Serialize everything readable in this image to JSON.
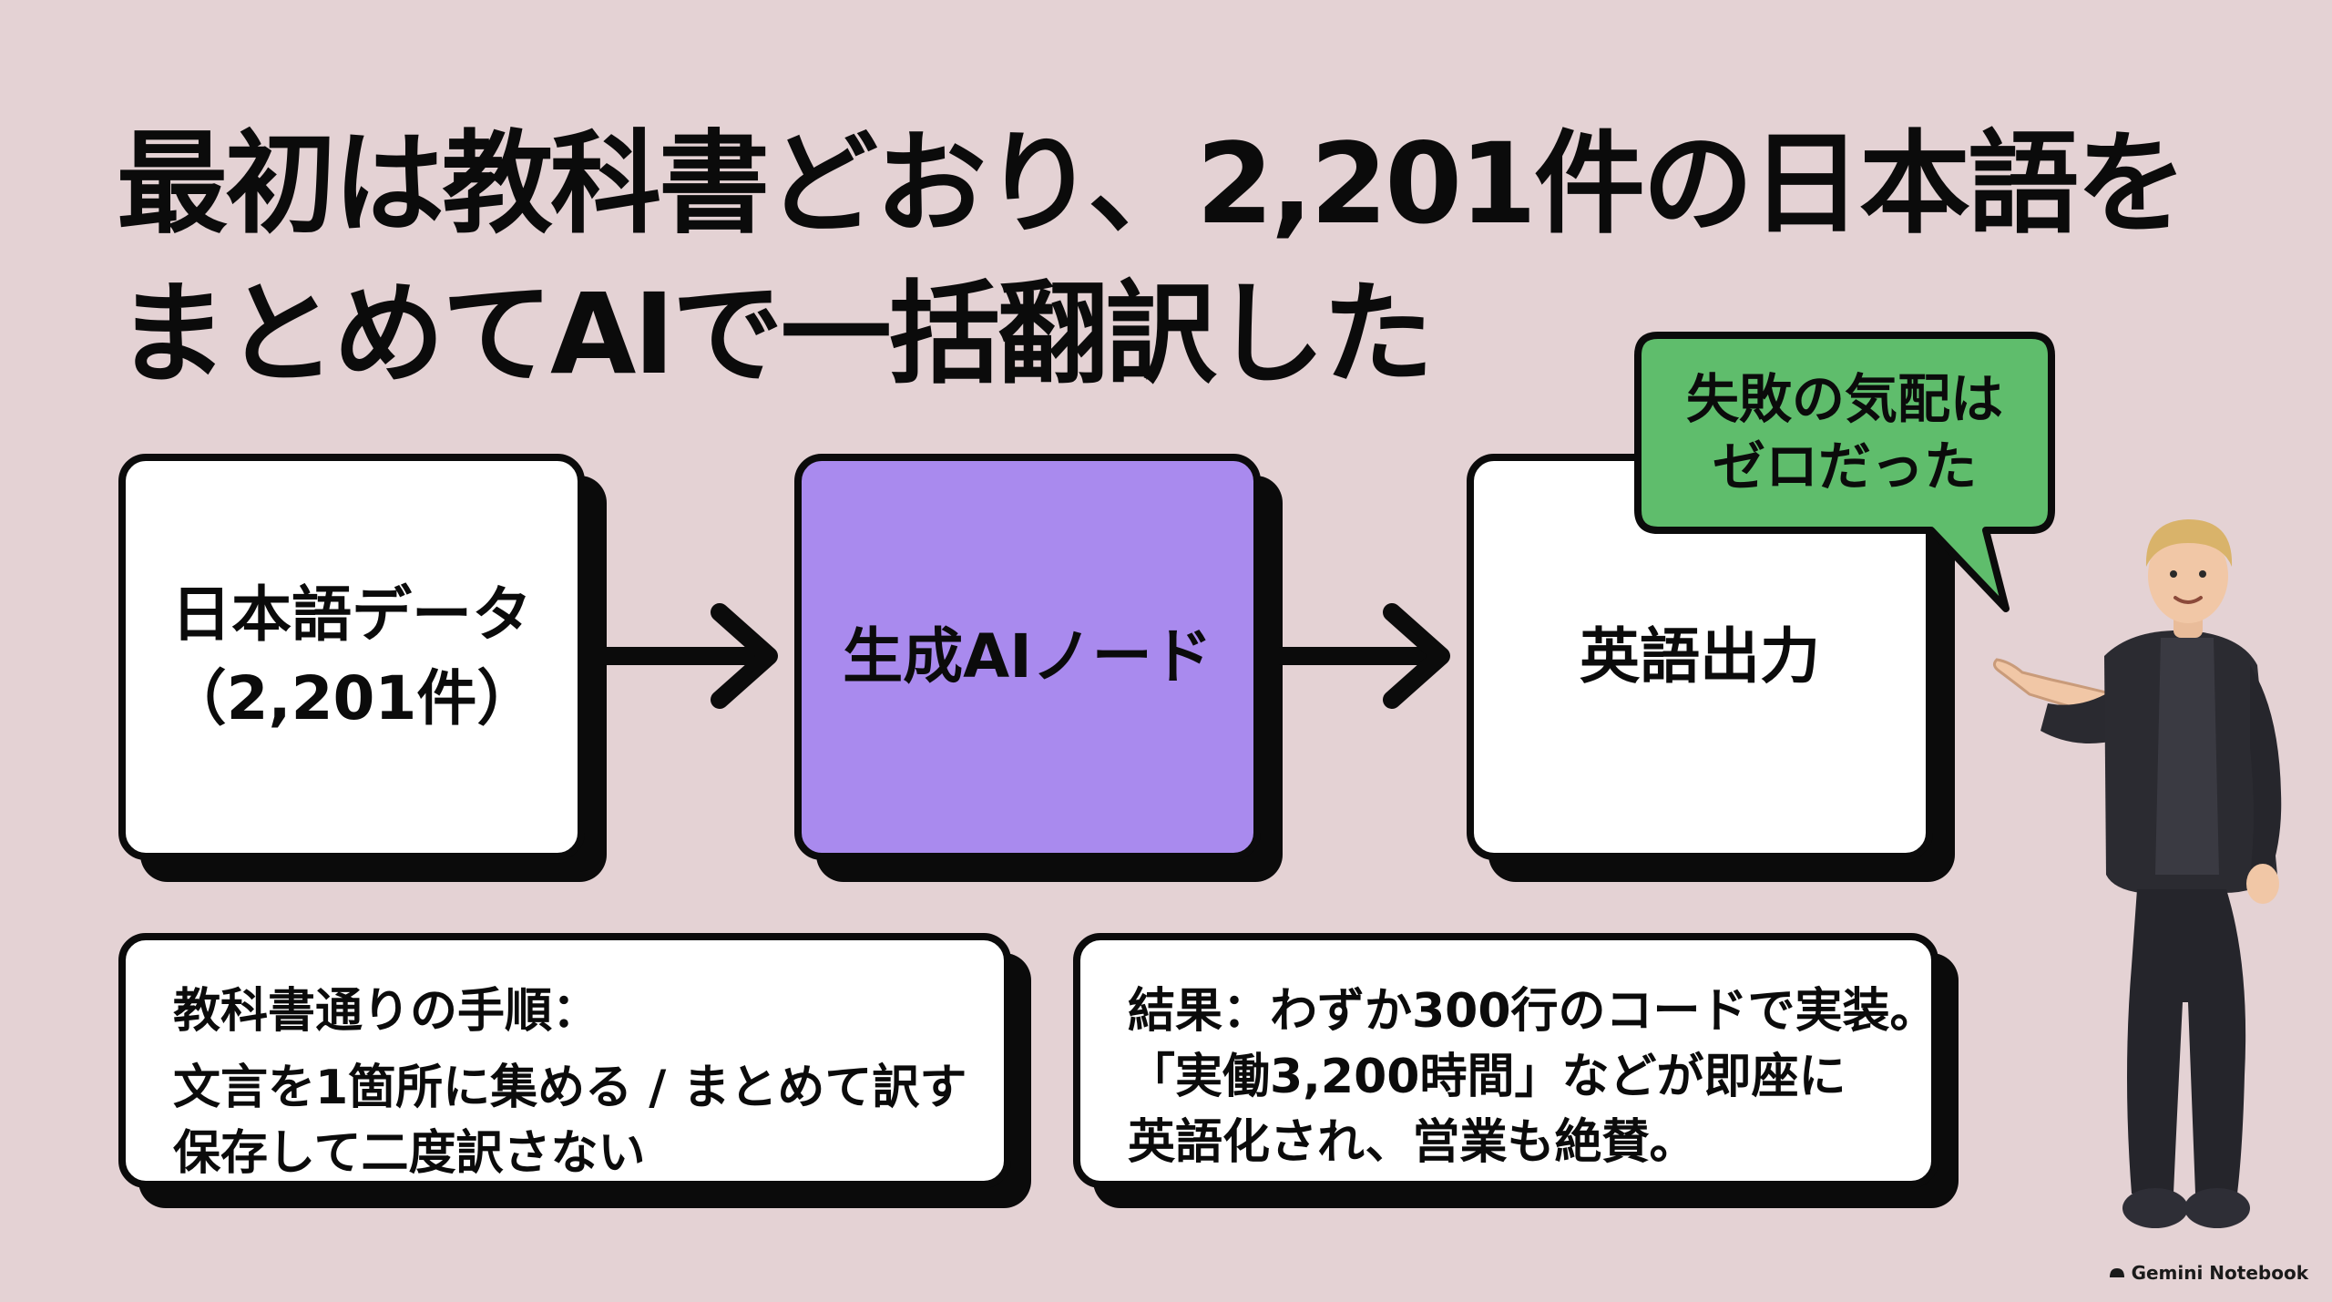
{
  "title": {
    "line1": "最初は教科書どおり、2,201件の日本語を",
    "line2": "まとめてAIで一括翻訳した"
  },
  "flow": {
    "source": {
      "line1": "日本語データ",
      "line2": "（2,201件）"
    },
    "node": "生成AIノード",
    "output": "英語出力"
  },
  "bubble": {
    "line1": "失敗の気配は",
    "line2": "ゼロだった"
  },
  "notes": {
    "left": {
      "heading": "教科書通りの手順：",
      "line1": "文言を1箇所に集める / まとめて訳す",
      "line2": "保存して二度訳さない"
    },
    "right": {
      "line1": "結果：わずか300行のコードで実装。",
      "line2": "「実働3,200時間」などが即座に",
      "line3": "英語化され、営業も絶賛。"
    }
  },
  "brand": "Gemini Notebook",
  "colors": {
    "background": "#e4d2d4",
    "node_fill": "#a98aee",
    "bubble_fill": "#5fbd6c",
    "ink": "#0b0b0b"
  }
}
